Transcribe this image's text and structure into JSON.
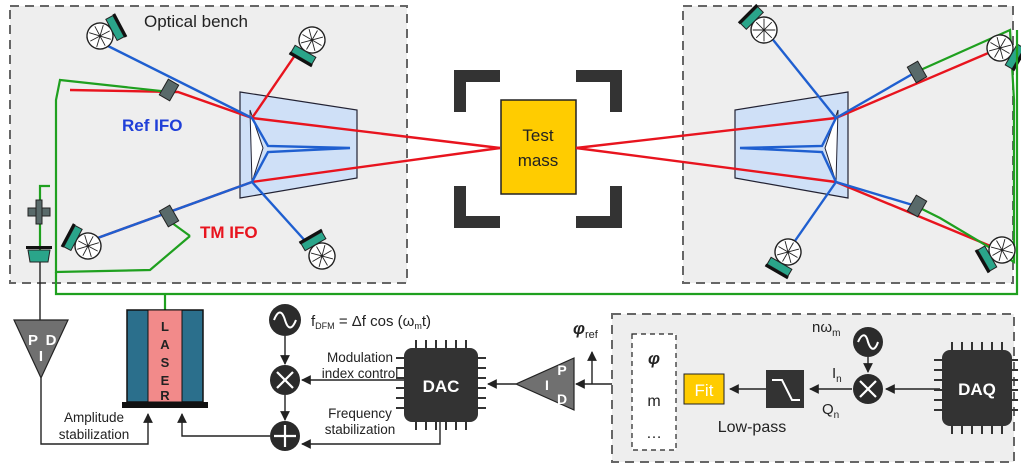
{
  "labels": {
    "optical_bench": "Optical bench",
    "ref_ifo": "Ref IFO",
    "tm_ifo": "TM IFO",
    "test_mass_line1": "Test",
    "test_mass_line2": "mass",
    "laser_letters": [
      "L",
      "A",
      "S",
      "E",
      "R"
    ],
    "pd_left_p": "P",
    "pd_left_d": "D",
    "pd_left_i": "I",
    "pd_mid_p": "P",
    "pd_mid_d": "D",
    "pd_mid_i": "I",
    "fdfm_equation": "f_DFM = Δf cos (ω_m t)",
    "modulation_line1": "Modulation",
    "modulation_line2": "index control",
    "frequency_line1": "Frequency",
    "frequency_line2": "stabilization",
    "amplitude_line1": "Amplitude",
    "amplitude_line2": "stabilization",
    "dac": "DAC",
    "daq": "DAQ",
    "phi_ref": "φ_ref",
    "phi": "φ",
    "m": "m",
    "dots": "…",
    "fit": "Fit",
    "low_pass": "Low-pass",
    "n_omega_m": "nω_m",
    "i_n": "I_n",
    "q_n": "Q_n"
  },
  "colors": {
    "tm_beam": "#e8141e",
    "ref_beam": "#1f5fd0",
    "fiber": "#1fa01f",
    "ref_text": "#1f3fd8",
    "tm_text": "#e8141e",
    "bench_fill": "#eeeeee",
    "test_mass": "#ffcc00",
    "laser_core": "#f28a8a",
    "laser_body": "#2b6f8c",
    "fit_box": "#ffcc00",
    "pd_teal": "#2aa58a",
    "dark_block": "#333333"
  },
  "icons": [
    "photodiode-icon",
    "sine-source-icon",
    "multiplier-icon",
    "summer-icon",
    "lowpass-filter-icon",
    "pid-triangle-icon",
    "chip-icon"
  ]
}
